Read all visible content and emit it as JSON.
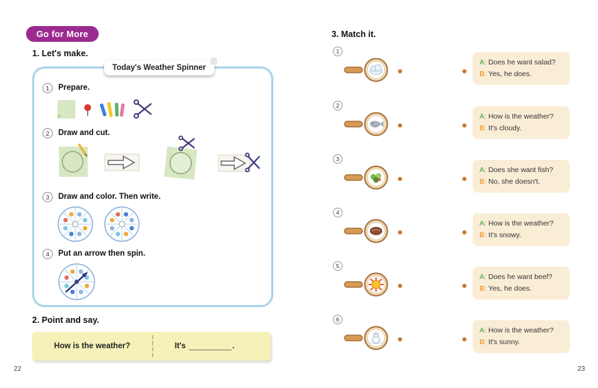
{
  "colors": {
    "badge_bg": "#9C2B8F",
    "panel_border": "#A9D3EA",
    "speech_box_bg": "#F5F1B9",
    "dialogue_box_bg": "#FAEDD6",
    "speaker_a_color": "#3D9E4F",
    "speaker_b_color": "#EF8200",
    "match_dot_color": "#C8762E"
  },
  "left_page": {
    "badge_label": "Go for More",
    "activity1_title": "1. Let's make.",
    "panel_title": "Today's Weather Spinner",
    "steps": [
      {
        "num": "1",
        "label": "Prepare."
      },
      {
        "num": "2",
        "label": "Draw and cut."
      },
      {
        "num": "3",
        "label": "Draw and color. Then write."
      },
      {
        "num": "4",
        "label": "Put an arrow then spin."
      }
    ],
    "activity2_title": "2. Point and say.",
    "speech_question": "How is the weather?",
    "speech_answer_prefix": "It's",
    "speech_answer_period": ".",
    "page_number": "22"
  },
  "right_page": {
    "activity3_title": "3. Match it.",
    "items": [
      {
        "num": "1",
        "icon": "cloud",
        "a_label": "A:",
        "a_text": "Does he want salad?",
        "b_label": "B:",
        "b_text": "Yes, he does."
      },
      {
        "num": "2",
        "icon": "fish",
        "a_label": "A:",
        "a_text": "How is the weather?",
        "b_label": "B:",
        "b_text": "It's cloudy."
      },
      {
        "num": "3",
        "icon": "salad",
        "a_label": "A:",
        "a_text": "Does she want fish?",
        "b_label": "B:",
        "b_text": "No, she doesn't."
      },
      {
        "num": "4",
        "icon": "beef",
        "a_label": "A:",
        "a_text": "How is the weather?",
        "b_label": "B:",
        "b_text": "It's snowy."
      },
      {
        "num": "5",
        "icon": "sun",
        "a_label": "A:",
        "a_text": "Does he want beef?",
        "b_label": "B:",
        "b_text": "Yes, he does."
      },
      {
        "num": "6",
        "icon": "snow",
        "a_label": "A:",
        "a_text": "How is the weather?",
        "b_label": "B:",
        "b_text": "It's sunny."
      }
    ],
    "page_number": "23"
  }
}
